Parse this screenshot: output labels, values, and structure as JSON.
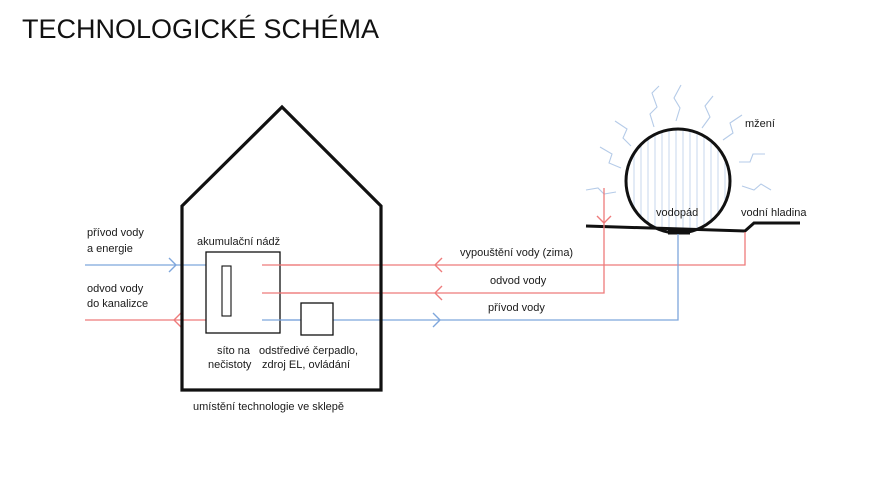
{
  "title": "TECHNOLOGICKÉ SCHÉMA",
  "labels": {
    "supply_in_line1": "přívod vody",
    "supply_in_line2": "a energie",
    "drain_out_line1": "odvod vody",
    "drain_out_line2": "do kanalizce",
    "tank": "akumulační nádž",
    "filter_line1": "síto na",
    "filter_line2": "nečistoty",
    "pump_line1": "odstředivé čerpadlo,",
    "pump_line2": "zdroj EL, ovládání",
    "location": "umístění technologie ve sklepě",
    "winter_release": "vypouštění vody (zima)",
    "water_outlet": "odvod vody",
    "water_inlet": "přívod vody",
    "evaporation": "mžení",
    "waterfall": "vodopád",
    "water_level": "vodní hladina"
  },
  "colors": {
    "blue_line": "#7ea6dc",
    "red_line": "#ee7b7b",
    "outline": "#111111",
    "mist": "#b5cbe8",
    "sphere_lines": "#c7d7ee"
  },
  "icons": {
    "arrow": "chevron-arrow-icon",
    "mist": "mist-wave-icon",
    "sphere": "striped-sphere-icon"
  }
}
